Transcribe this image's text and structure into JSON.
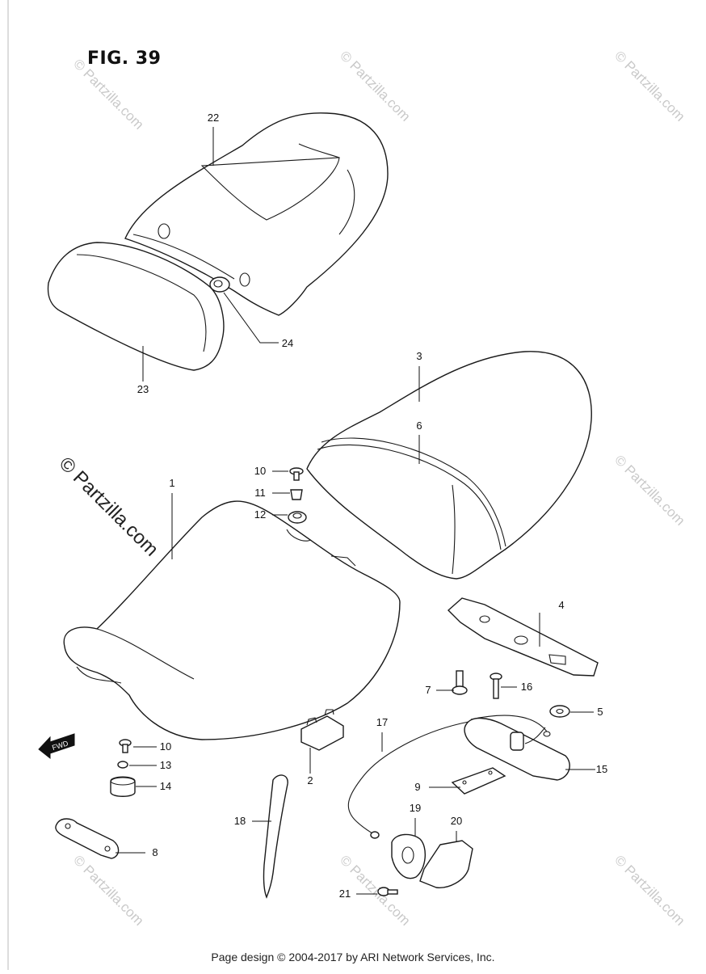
{
  "figure": {
    "title": "FIG. 39"
  },
  "footer": {
    "text": "Page design © 2004-2017 by ARI Network Services, Inc."
  },
  "watermark": {
    "text": "© Partzilla.com"
  },
  "fwd_label": "FWD",
  "callouts": [
    {
      "id": "22",
      "label": "22"
    },
    {
      "id": "24",
      "label": "24"
    },
    {
      "id": "23",
      "label": "23"
    },
    {
      "id": "3",
      "label": "3"
    },
    {
      "id": "6",
      "label": "6"
    },
    {
      "id": "10a",
      "label": "10"
    },
    {
      "id": "11",
      "label": "11"
    },
    {
      "id": "12",
      "label": "12"
    },
    {
      "id": "1",
      "label": "1"
    },
    {
      "id": "4",
      "label": "4"
    },
    {
      "id": "7",
      "label": "7"
    },
    {
      "id": "16",
      "label": "16"
    },
    {
      "id": "5",
      "label": "5"
    },
    {
      "id": "17",
      "label": "17"
    },
    {
      "id": "15",
      "label": "15"
    },
    {
      "id": "10b",
      "label": "10"
    },
    {
      "id": "13",
      "label": "13"
    },
    {
      "id": "14",
      "label": "14"
    },
    {
      "id": "2",
      "label": "2"
    },
    {
      "id": "9",
      "label": "9"
    },
    {
      "id": "19",
      "label": "19"
    },
    {
      "id": "20",
      "label": "20"
    },
    {
      "id": "18",
      "label": "18"
    },
    {
      "id": "8",
      "label": "8"
    },
    {
      "id": "21",
      "label": "21"
    }
  ]
}
